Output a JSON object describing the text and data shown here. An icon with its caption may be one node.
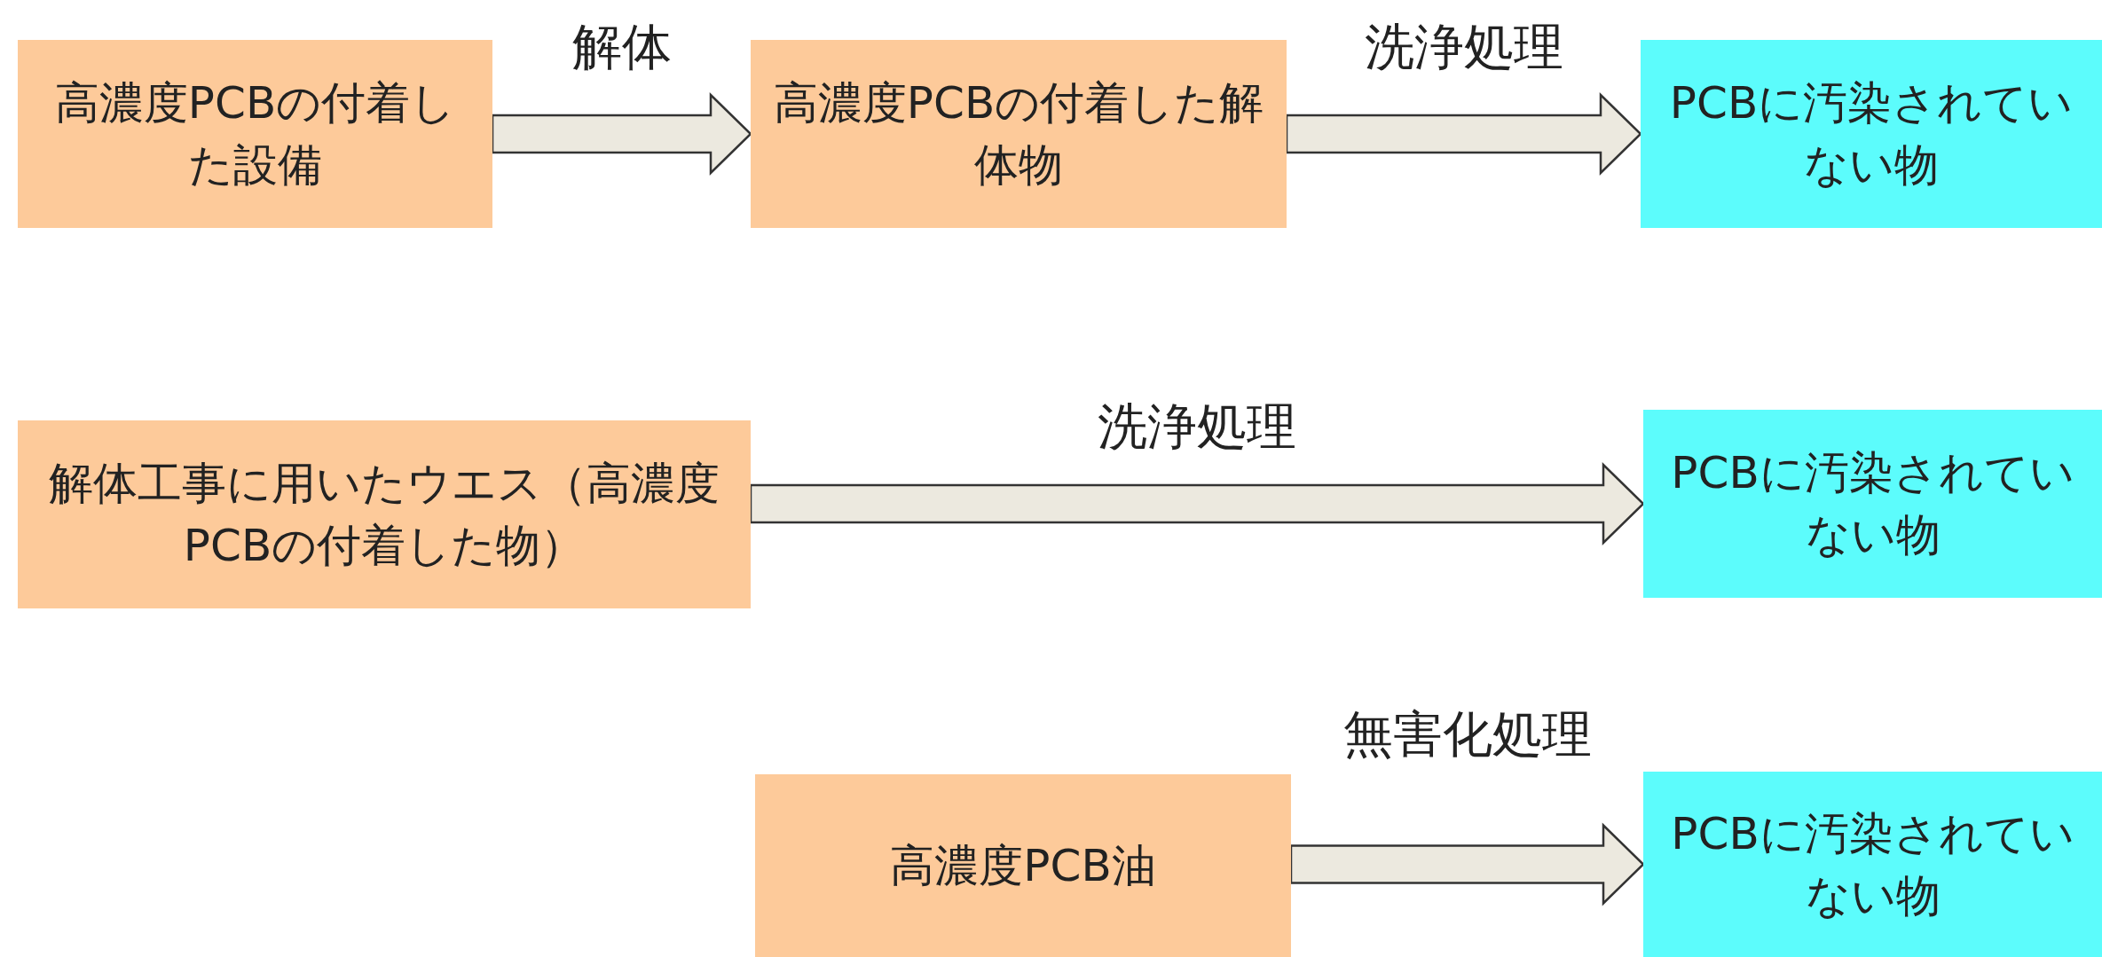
{
  "diagram": {
    "nodes": [
      {
        "text": [
          "高濃度PCBの付着した設備"
        ]
      },
      {
        "text": [
          "高濃度PCBの付着した解体物"
        ]
      },
      {
        "text": [
          "PCBに汚染されていない物"
        ]
      },
      {
        "text": [
          "解体工事に用いたウエス（高濃度PCBの付着した物）"
        ]
      },
      {
        "text": [
          "PCBに汚染されていない物"
        ]
      },
      {
        "text": [
          "高濃度PCB油"
        ]
      },
      {
        "text": [
          "PCBに汚染されていない物"
        ]
      }
    ],
    "edges": [
      {
        "from": 0,
        "to": 1,
        "arrow": "to",
        "label": "解体"
      },
      {
        "from": 1,
        "to": 2,
        "arrow": "to",
        "label": "洗浄処理"
      },
      {
        "from": 3,
        "to": 4,
        "arrow": "to",
        "label": "洗浄処理"
      },
      {
        "from": 5,
        "to": 6,
        "arrow": "to",
        "label": "無害化処理"
      }
    ]
  }
}
